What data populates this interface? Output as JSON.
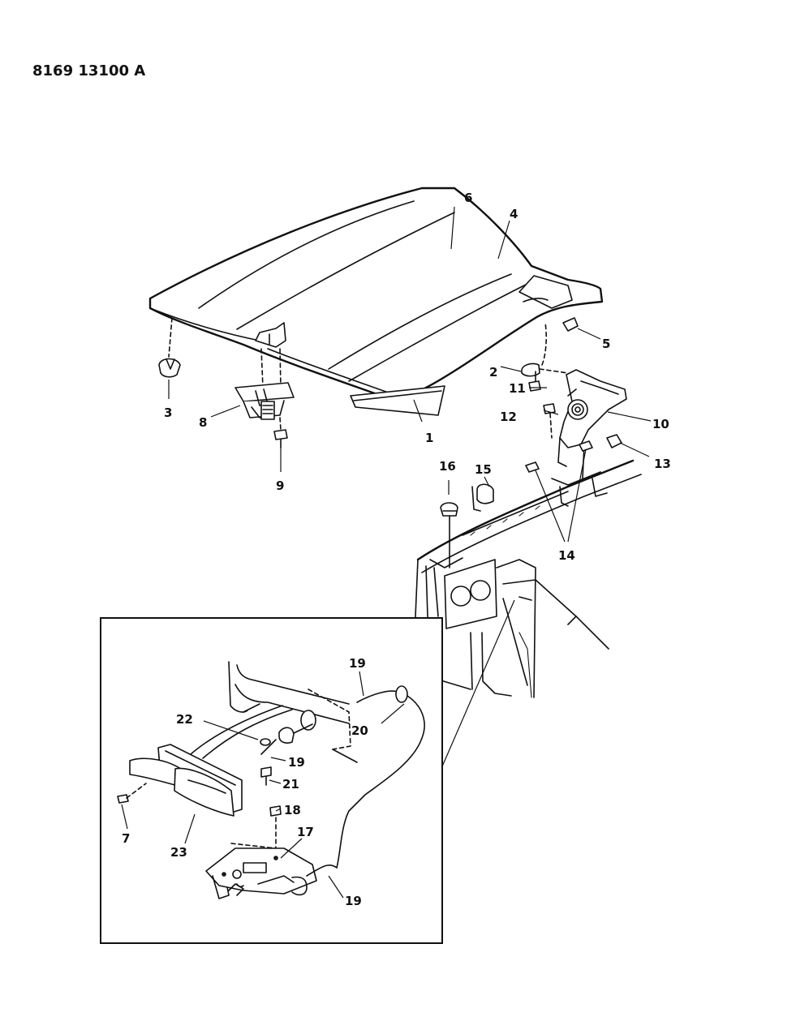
{
  "document_id": "8169 13100 A",
  "callouts": {
    "c1": "1",
    "c2": "2",
    "c3": "3",
    "c4": "4",
    "c5": "5",
    "c6": "6",
    "c7": "7",
    "c8": "8",
    "c9": "9",
    "c10": "10",
    "c11": "11",
    "c12": "12",
    "c13": "13",
    "c14": "14",
    "c15": "15",
    "c16": "16",
    "c17": "17",
    "c18": "18",
    "c19a": "19",
    "c19b": "19",
    "c19c": "19",
    "c20": "20",
    "c21": "21",
    "c22": "22",
    "c23": "23"
  }
}
